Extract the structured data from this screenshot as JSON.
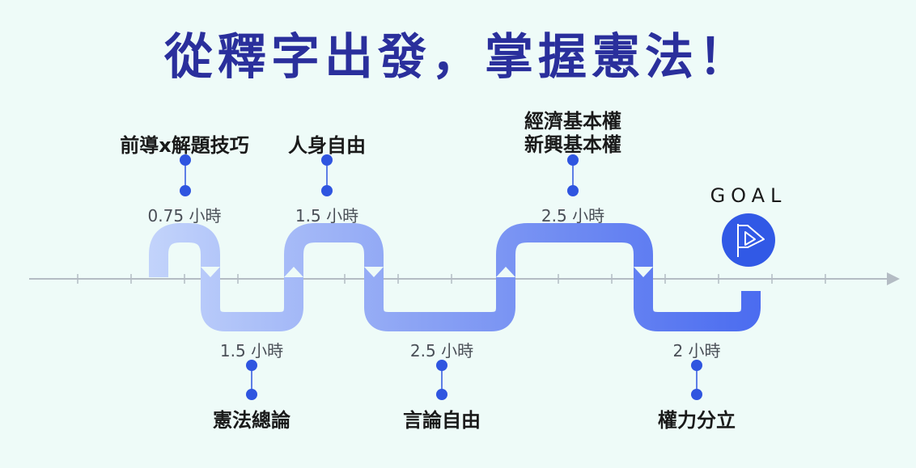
{
  "title": "從釋字出發，掌握憲法！",
  "goal_label": "GOAL",
  "icons": {
    "goal": "flag-play-icon"
  },
  "colors": {
    "title": "#2a2f9c",
    "background": "#eefbf8",
    "axis": "#b4bcc4",
    "dot": "#2f55e0",
    "path_start": "#bcd0fb",
    "path_end": "#4f6ef0",
    "goal_circle": "#3159e6"
  },
  "milestones": [
    {
      "topic": "前導x解題技巧",
      "duration": "0.75 小時"
    },
    {
      "topic": "憲法總論",
      "duration": "1.5 小時"
    },
    {
      "topic": "人身自由",
      "duration": "1.5 小時"
    },
    {
      "topic": "言論自由",
      "duration": "2.5 小時"
    },
    {
      "topic": "經濟基本權",
      "topic_line2": "新興基本權",
      "duration": "2.5 小時"
    },
    {
      "topic": "權力分立",
      "duration": "2 小時"
    }
  ]
}
